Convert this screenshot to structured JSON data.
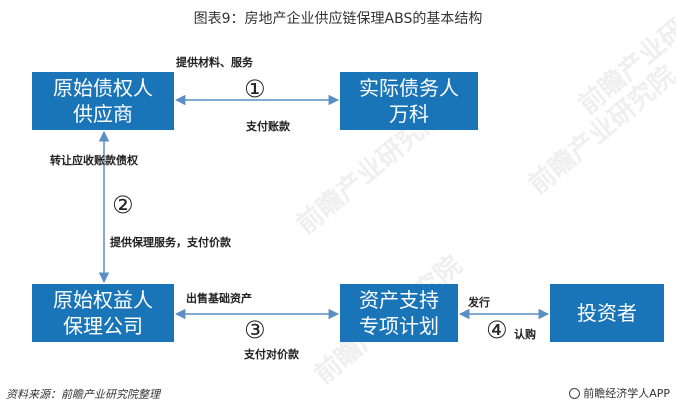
{
  "title": "图表9：房地产企业供应链保理ABS的基本结构",
  "nodes": {
    "creditor": {
      "line1": "原始债权人",
      "line2": "供应商"
    },
    "debtor": {
      "line1": "实际债务人",
      "line2": "万科"
    },
    "factoring": {
      "line1": "原始权益人",
      "line2": "保理公司"
    },
    "abs": {
      "line1": "资产支持",
      "line2": "专项计划"
    },
    "investor": {
      "line1": "投资者"
    }
  },
  "labels": {
    "supply": "提供材料、服务",
    "pay_account": "支付账款",
    "transfer": "转让应收账款债权",
    "factoring_service": "提供保理服务，支付价款",
    "sell_assets": "出售基础资产",
    "pay_price": "支付对价款",
    "issue": "发行",
    "subscribe": "认购"
  },
  "step_numbers": {
    "one": "①",
    "two": "②",
    "three": "③",
    "four": "④"
  },
  "watermark": "前瞻产业研究院",
  "footer": {
    "source": "资料来源：前瞻产业研究院整理",
    "brand": "前瞻经济学人APP"
  },
  "colors": {
    "box_fill": "#1a74b8",
    "arrow": "#5a8fc4"
  }
}
